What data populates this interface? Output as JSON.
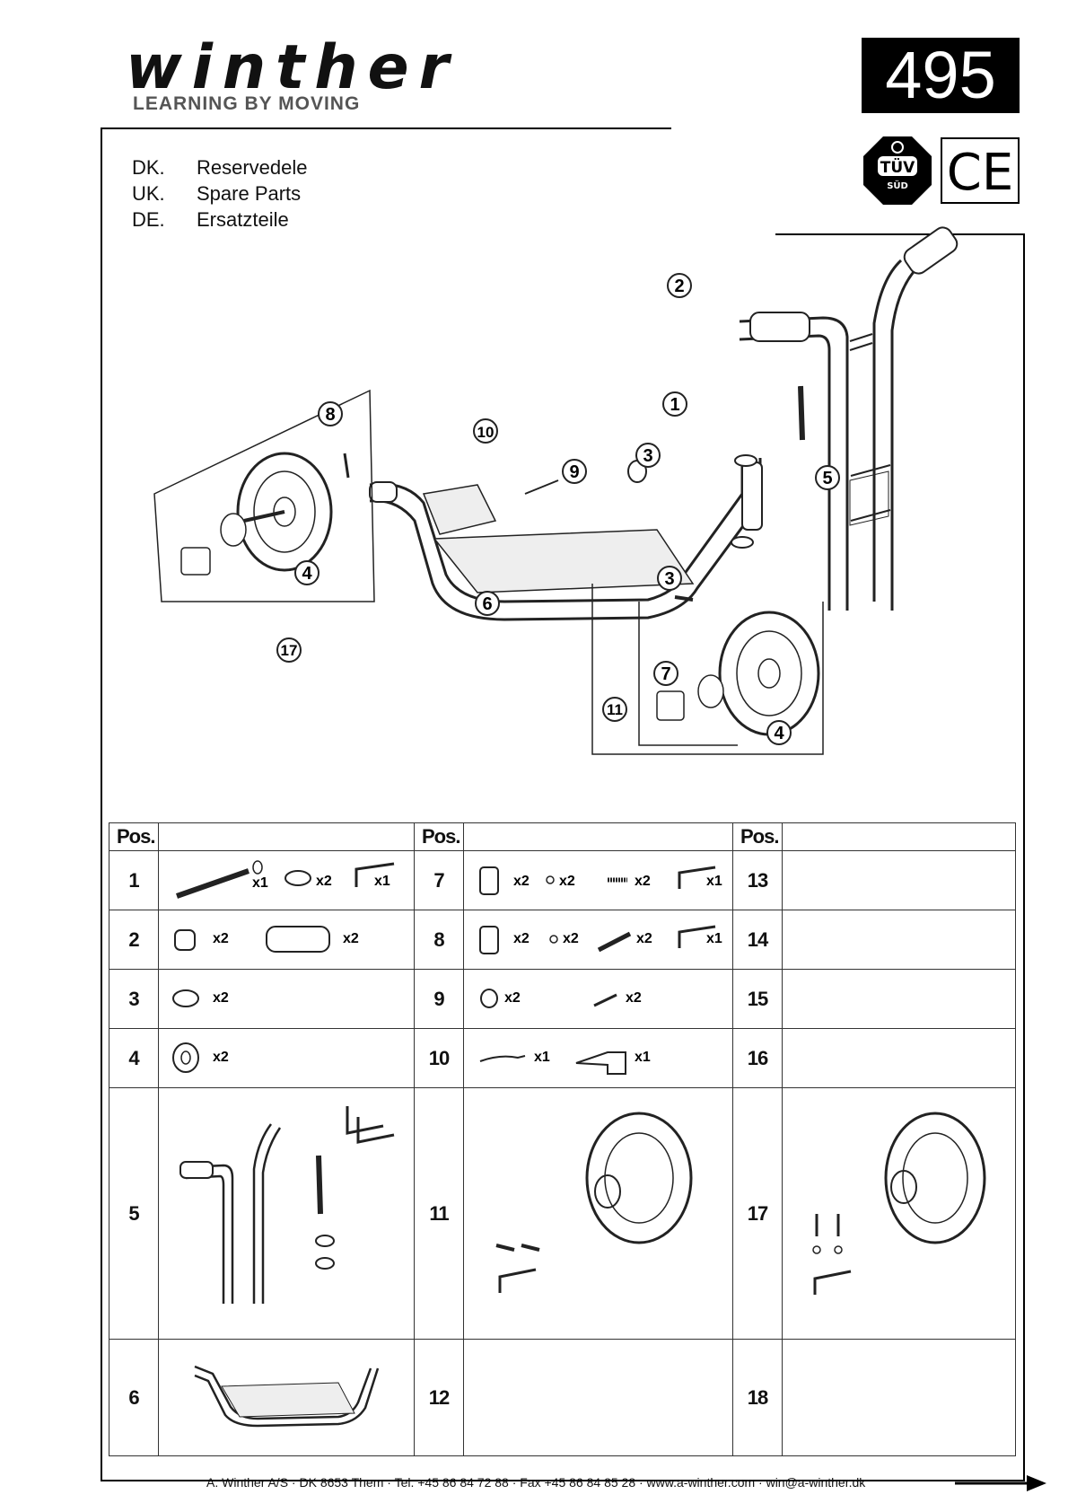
{
  "header": {
    "brand": "winther",
    "tagline": "LEARNING BY MOVING",
    "model_number": "495",
    "cert_tuv_text": "TÜV",
    "cert_tuv_sub": "SÜD",
    "cert_ce": "CE"
  },
  "languages": [
    {
      "code": "DK.",
      "label": "Reservedele"
    },
    {
      "code": "UK.",
      "label": "Spare Parts"
    },
    {
      "code": "DE.",
      "label": "Ersatzteile"
    }
  ],
  "callouts": [
    "1",
    "2",
    "3",
    "3",
    "4",
    "4",
    "5",
    "6",
    "7",
    "8",
    "9",
    "10",
    "11",
    "17"
  ],
  "table": {
    "pos_header": "Pos.",
    "rows": [
      {
        "left": {
          "pos": "1",
          "qty": [
            "x1",
            "x2",
            "x1"
          ]
        },
        "mid": {
          "pos": "7",
          "qty": [
            "x2",
            "x2",
            "x2",
            "x1"
          ]
        },
        "right": {
          "pos": "13"
        }
      },
      {
        "left": {
          "pos": "2",
          "qty": [
            "x2",
            "x2"
          ]
        },
        "mid": {
          "pos": "8",
          "qty": [
            "x2",
            "x2",
            "x2",
            "x1"
          ]
        },
        "right": {
          "pos": "14"
        }
      },
      {
        "left": {
          "pos": "3",
          "qty": [
            "x2"
          ]
        },
        "mid": {
          "pos": "9",
          "qty": [
            "x2",
            "x2"
          ]
        },
        "right": {
          "pos": "15"
        }
      },
      {
        "left": {
          "pos": "4",
          "qty": [
            "x2"
          ]
        },
        "mid": {
          "pos": "10",
          "qty": [
            "x1",
            "x1"
          ]
        },
        "right": {
          "pos": "16"
        }
      },
      {
        "left": {
          "pos": "5"
        },
        "mid": {
          "pos": "11"
        },
        "right": {
          "pos": "17"
        }
      },
      {
        "left": {
          "pos": "6"
        },
        "mid": {
          "pos": "12"
        },
        "right": {
          "pos": "18"
        }
      }
    ]
  },
  "footer": "A. Winther A/S · DK 8653 Them · Tel. +45 86 84 72 88 · Fax +45 86 84 85 28 · www.a-winther.com · win@a-winther.dk"
}
